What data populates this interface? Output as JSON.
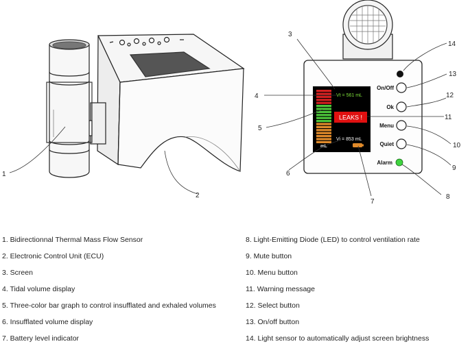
{
  "callout_numbers": [
    "1",
    "2",
    "3",
    "4",
    "5",
    "6",
    "7",
    "8",
    "9",
    "10",
    "11",
    "12",
    "13",
    "14"
  ],
  "device": {
    "screen": {
      "vt_text": "Vt = 561 mL",
      "leak_text": "LEAKS !",
      "vi_text": "Vi = 853 mL",
      "unit_text": "mL"
    },
    "buttons": {
      "onoff": "On/Off",
      "ok": "Ok",
      "menu": "Menu",
      "quiet": "Quiet",
      "alarm": "Alarm"
    }
  },
  "legend": {
    "left": [
      "1. Bidirectionnal Thermal Mass Flow Sensor",
      "2. Electronic Control Unit (ECU)",
      "3. Screen",
      "4. Tidal volume display",
      "5. Three-color bar graph to control insufflated and exhaled volumes",
      "6. Insufflated volume display",
      "7. Battery level indicator"
    ],
    "right": [
      "8. Light-Emitting Diode (LED) to control ventilation rate",
      "9. Mute button",
      "10. Menu button",
      "11. Warning message",
      "12. Select button",
      "13. On/off button",
      "14. Light sensor to automatically adjust screen brightness"
    ]
  },
  "colors": {
    "screen_bg": "#000000",
    "vt_text": "#7fe03a",
    "leak_bg": "#e01010",
    "bar_red": "#d42020",
    "bar_green": "#4cc63a",
    "bar_orange": "#e08a2a",
    "alarm_led": "#3fd43f"
  }
}
